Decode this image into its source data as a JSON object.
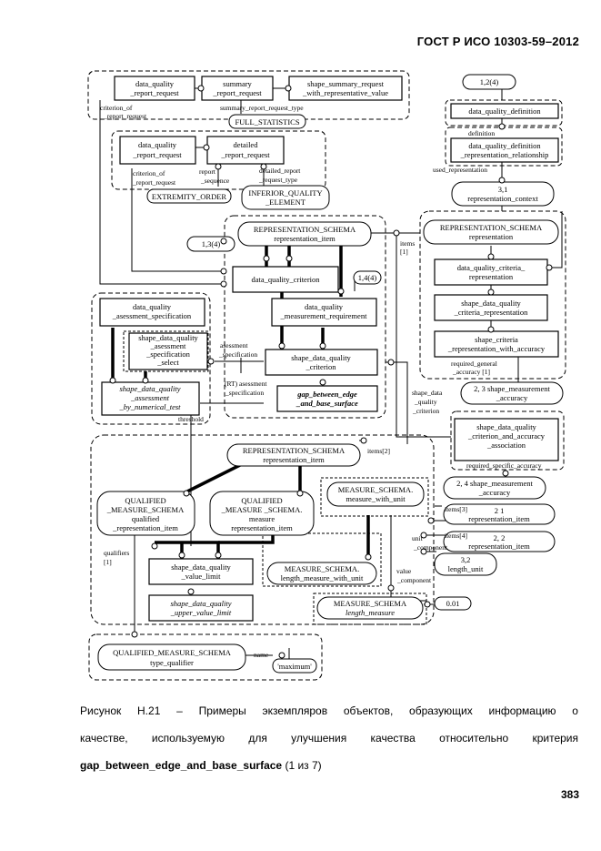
{
  "header": "ГОСТ Р ИСО 10303-59–2012",
  "diagram": {
    "boxes": {
      "dq_report_request_1": [
        "data_quality",
        "_report_request"
      ],
      "summary_report_request": [
        "summary",
        "_report_request"
      ],
      "shape_summary_request": [
        "shape_summary_request",
        "_with_representative_value"
      ],
      "dq_report_request_2": [
        "data_quality",
        "_report_request"
      ],
      "detailed_report_request": [
        "detailed",
        "_report_request"
      ],
      "dq_definition": [
        "data_quality_definition"
      ],
      "dq_definition_rep_rel": [
        "data_quality_definition",
        "_representation_relationship"
      ],
      "dq_criterion": [
        "data_quality_criterion"
      ],
      "dq_measurement_requirement": [
        "data_quality",
        "_measurement_requirement"
      ],
      "dq_criteria_representation": [
        "data_quality_criteria_",
        "representation"
      ],
      "shape_dq_criteria_representation": [
        "shape_data_quality",
        "_criteria_representation"
      ],
      "shape_criteria_rep_accuracy": [
        "shape_criteria",
        "_representation_with_accuracy"
      ],
      "dq_assessment_specification": [
        "data_quality",
        "_asessment_specification"
      ],
      "shape_dq_assessment_spec_select": [
        "shape_data_quality",
        "_asessment",
        "_specification",
        "_select"
      ],
      "shape_dq_assessment_numerical": [
        "shape_data_quality",
        "_assessment",
        "_by_numerical_test"
      ],
      "shape_dq_criterion": [
        "shape_data_quality",
        "_criterion"
      ],
      "gap_between_edge": [
        "gap_between_edge",
        "_and_base_surface"
      ],
      "shape_dq_criterion_accuracy_assoc": [
        "shape_data_quality",
        "_criterion_and_accuracy",
        "_association"
      ],
      "shape_dq_value_limit": [
        "shape_data_quality",
        "_value_limit"
      ],
      "shape_dq_upper_value_limit": [
        "shape_data_quality",
        "_upper_value_limit"
      ]
    },
    "pills": {
      "full_statistics": "FULL_STATISTICS",
      "extremity_order": "EXTREMITY_ORDER",
      "inferior_quality_element": [
        "INFERIOR_QUALITY",
        "_ELEMENT"
      ],
      "ref_12_4": "1,2(4)",
      "ref_13_4": "1,3(4)",
      "ref_14_4": "1,4(4)",
      "ref_31_rep_context": [
        "3,1",
        "representation_context"
      ],
      "rep_schema_rep_item_1": [
        "REPRESENTATION_SCHEMA",
        "representation_item"
      ],
      "rep_schema_representation": [
        "REPRESENTATION_SCHEMA",
        "representation"
      ],
      "ref_23_shape_measurement_accuracy": [
        "2, 3 shape_measurement",
        "_accuracy"
      ],
      "rep_schema_rep_item_2": [
        "REPRESENTATION_SCHEMA",
        "representation_item"
      ],
      "qualified_measure_schema_qualified_rep_item": [
        "QUALIFIED",
        "_MEASURE_SCHEMA",
        "qualified",
        "_representation_item"
      ],
      "qualified_measure_schema_measure_rep_item": [
        "QUALIFIED",
        "_MEASURE _SCHEMA.",
        "measure",
        "representation_item"
      ],
      "measure_schema_measure_with_unit": [
        "MEASURE_SCHEMA.",
        "measure_with_unit"
      ],
      "ref_24_shape_measurement_accuracy": [
        "2, 4 shape_measurement",
        "_accuracy"
      ],
      "ref_21_representation_item": [
        "2  1",
        "representation_item"
      ],
      "ref_22_representation_item": [
        "2, 2",
        "representation_item"
      ],
      "ref_32_length_unit": [
        "3,2",
        "length_unit"
      ],
      "measure_schema_length_measure_with_unit": [
        "MEASURE_SCHEMA.",
        "length_measure_with_unit"
      ],
      "measure_schema_length_measure": [
        "MEASURE_SCHEMA",
        "length_measure"
      ],
      "value_001": "0.01",
      "qualified_measure_schema_type_qualifier": [
        "QUALIFIED_MEASURE_SCHEMA",
        "type_qualifier"
      ],
      "value_maximum": "'maximum'"
    },
    "labels": {
      "criterion_of_report_request_1": [
        "criterion_of",
        "_report_request"
      ],
      "summary_report_request_type": "summary_report_request_type",
      "criterion_of_report_request_2": [
        "criterion_of",
        "_report_request"
      ],
      "report_sequence": [
        "report",
        "_sequence"
      ],
      "detailed_report_request_type": [
        "detailed_report",
        "_request_type"
      ],
      "definition": "definition",
      "used_representation": "used_representation",
      "items_1": [
        "items",
        "[1]"
      ],
      "assessment_specification_1": [
        "asessment",
        "_specification"
      ],
      "rt_assessment_specification": [
        "(RT) asessment",
        "_specification"
      ],
      "threshold": "threshold",
      "required_general_accuracy": [
        "required_general",
        "_accuracy [1]"
      ],
      "shape_data_quality_criterion": [
        "shape_data",
        "_quality",
        "_criterion"
      ],
      "items_2": "items[2]",
      "required_specific_accuracy": "required_specific_accuracy",
      "items_3": "items[3]",
      "items_4": "items[4]",
      "unit_component": [
        "unit",
        "_component"
      ],
      "value_component": [
        "value",
        "_component"
      ],
      "qualifiers_1": [
        "qualifiers",
        "[1]"
      ],
      "name": "name"
    }
  },
  "caption": {
    "line1": [
      "Рисунок",
      "Н.21",
      "–",
      "Примеры",
      "экземпляров",
      "объектов,",
      "образующих",
      "информацию",
      "о"
    ],
    "line2": [
      "качестве,",
      "используемую",
      "для",
      "улучшения",
      "качества",
      "относительно",
      "критерия"
    ],
    "line3_bold": "gap_between_edge_and_base_surface",
    "line3_rest": " (1 из 7)"
  },
  "page_number": "383"
}
